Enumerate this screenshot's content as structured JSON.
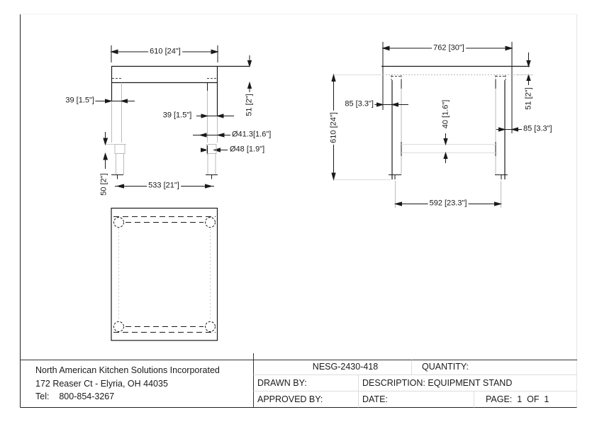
{
  "front_view": {
    "dim_top_width": "610 [24\"]",
    "dim_leg_left": "39 [1.5\"]",
    "dim_leg_right": "39 [1.5\"]",
    "dim_tube_diameter": "Ø41.3[1.6\"]",
    "dim_foot_diameter": "Ø48 [1.9\"]",
    "dim_top_thickness": "51 [2\"]",
    "dim_foot_height": "50 [2\"]",
    "dim_leg_span": "533 [21\"]"
  },
  "side_view": {
    "dim_top_width": "762 [30\"]",
    "dim_overhang_left": "85 [3.3\"]",
    "dim_height": "610 [24\"]",
    "dim_rail_height": "40 [1.6\"]",
    "dim_top_thickness": "51 [2\"]",
    "dim_overhang_right": "85 [3.3\"]",
    "dim_leg_span": "592 [23.3\"]"
  },
  "title_block": {
    "company_name": "North American Kitchen Solutions Incorporated",
    "company_address": "172 Reaser Ct - Elyria, OH 44035",
    "company_phone": "Tel:    800-854-3267",
    "model_number": "NESG-2430-418",
    "quantity_label": "QUANTITY:",
    "drawn_by_label": "DRAWN BY:",
    "description": "DESCRIPTION: EQUIPMENT STAND",
    "approved_by_label": "APPROVED BY:",
    "date_label": "DATE:",
    "page_label": "PAGE:  1  OF  1"
  }
}
